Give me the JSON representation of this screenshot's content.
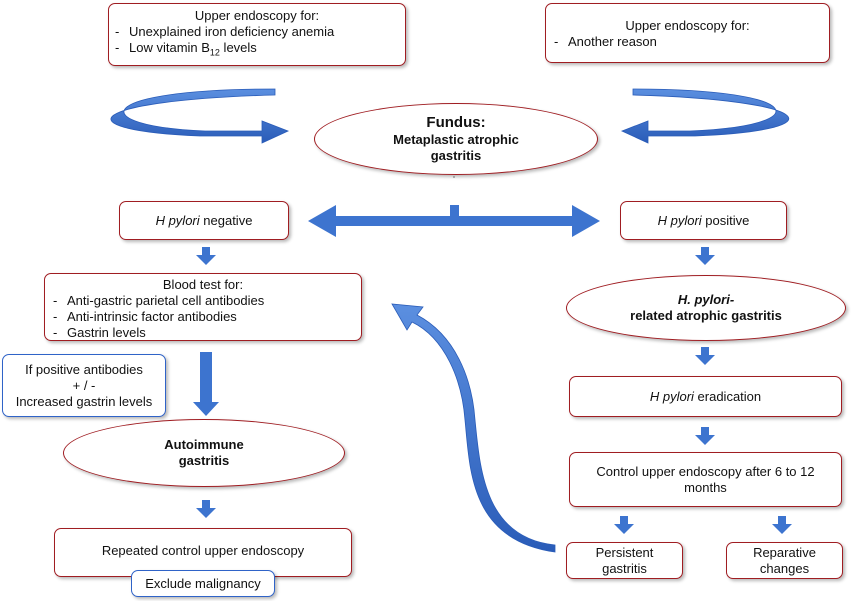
{
  "top_left": {
    "title": "Upper endoscopy for:",
    "items": [
      "Unexplained iron deficiency anemia",
      "Low vitamin B"
    ],
    "b12_sub": "12",
    "b12_suffix": " levels"
  },
  "top_right": {
    "title": "Upper endoscopy for:",
    "items": [
      "Another reason"
    ]
  },
  "fundus": {
    "title": "Fundus:",
    "line1": "Metaplastic atrophic",
    "line2": "gastritis"
  },
  "hp_negative": {
    "italic": "H pylori",
    "rest": " negative"
  },
  "hp_positive": {
    "italic": "H pylori",
    "rest": " positive"
  },
  "blood_test": {
    "title": "Blood test for:",
    "items": [
      "Anti-gastric parietal cell antibodies",
      "Anti-intrinsic factor antibodies",
      "Gastrin levels"
    ]
  },
  "hp_related": {
    "line1": "H. pylori-",
    "line2": "related atrophic gastritis"
  },
  "condition_note": {
    "line1": "If positive antibodies",
    "line2": "+ / -",
    "line3": "Increased gastrin levels"
  },
  "autoimmune": {
    "line1": "Autoimmune",
    "line2": "gastritis"
  },
  "eradication": {
    "italic": "H pylori",
    "rest": " eradication"
  },
  "control_endoscopy": {
    "line1": "Control upper endoscopy after 6 to 12",
    "line2": "months"
  },
  "repeated_control": {
    "text": "Repeated control upper endoscopy"
  },
  "exclude_malignancy": {
    "text": "Exclude malignancy"
  },
  "persistent": {
    "line1": "Persistent",
    "line2": "gastritis"
  },
  "reparative": {
    "line1": "Reparative",
    "line2": "changes"
  },
  "dash_symbol": "-",
  "colors": {
    "box_border": "#a01d22",
    "note_border": "#2f63c8",
    "arrow": "#3d74cf"
  }
}
